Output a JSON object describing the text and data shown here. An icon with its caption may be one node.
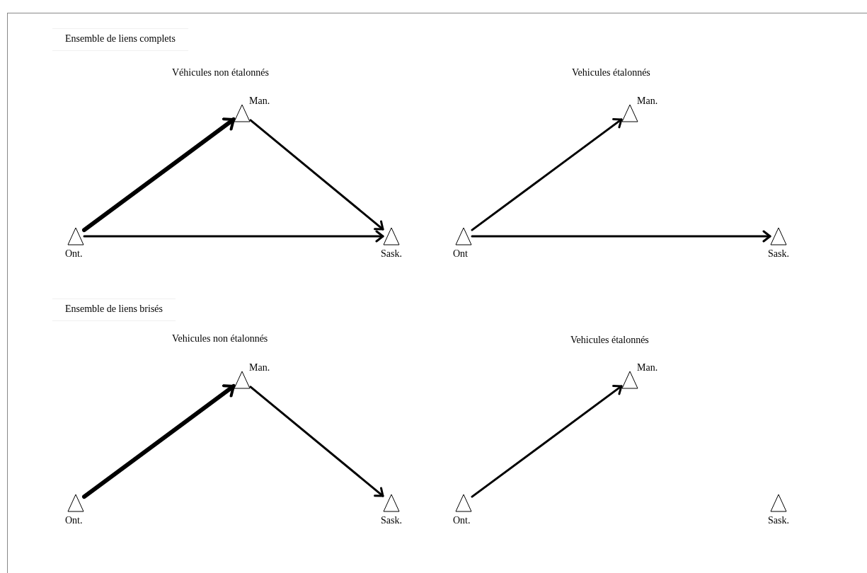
{
  "diagram": {
    "nodes": [
      {
        "text": [],
        "shape": "triangle",
        "beside": [
          "Ont."
        ]
      },
      {
        "text": [],
        "shape": "triangle",
        "beside": [
          "Man."
        ]
      },
      {
        "text": [],
        "shape": "triangle",
        "beside": [
          "Sask."
        ]
      },
      {
        "text": [],
        "shape": "triangle",
        "beside": [
          "Ont"
        ]
      },
      {
        "text": [],
        "shape": "triangle",
        "beside": [
          "Man."
        ]
      },
      {
        "text": [],
        "shape": "triangle",
        "beside": [
          "Sask."
        ]
      },
      {
        "text": [],
        "shape": "triangle",
        "beside": [
          "Ont."
        ]
      },
      {
        "text": [],
        "shape": "triangle",
        "beside": [
          "Man."
        ]
      },
      {
        "text": [],
        "shape": "triangle",
        "beside": [
          "Sask."
        ]
      },
      {
        "text": [],
        "shape": "triangle",
        "beside": [
          "Ont."
        ]
      },
      {
        "text": [],
        "shape": "triangle",
        "beside": [
          "Man."
        ]
      },
      {
        "text": [],
        "shape": "triangle",
        "beside": [
          "Sask."
        ]
      }
    ],
    "edges": [
      {
        "from": 0,
        "to": 1,
        "arrow": "to",
        "style": "thick"
      },
      {
        "from": 1,
        "to": 2,
        "arrow": "to"
      },
      {
        "from": 0,
        "to": 2,
        "arrow": "to"
      },
      {
        "from": 3,
        "to": 4,
        "arrow": "to"
      },
      {
        "from": 3,
        "to": 5,
        "arrow": "to"
      },
      {
        "from": 6,
        "to": 7,
        "arrow": "to",
        "style": "thick"
      },
      {
        "from": 7,
        "to": 8,
        "arrow": "to"
      },
      {
        "from": 9,
        "to": 10,
        "arrow": "to"
      }
    ],
    "labels": [
      "Ensemble de liens complets",
      "Véhicules non étalonnés",
      "Vehicules étalonnés",
      "Ensemble de liens brisés",
      "Vehicules non étalonnés",
      "Vehicules étalonnés"
    ]
  }
}
